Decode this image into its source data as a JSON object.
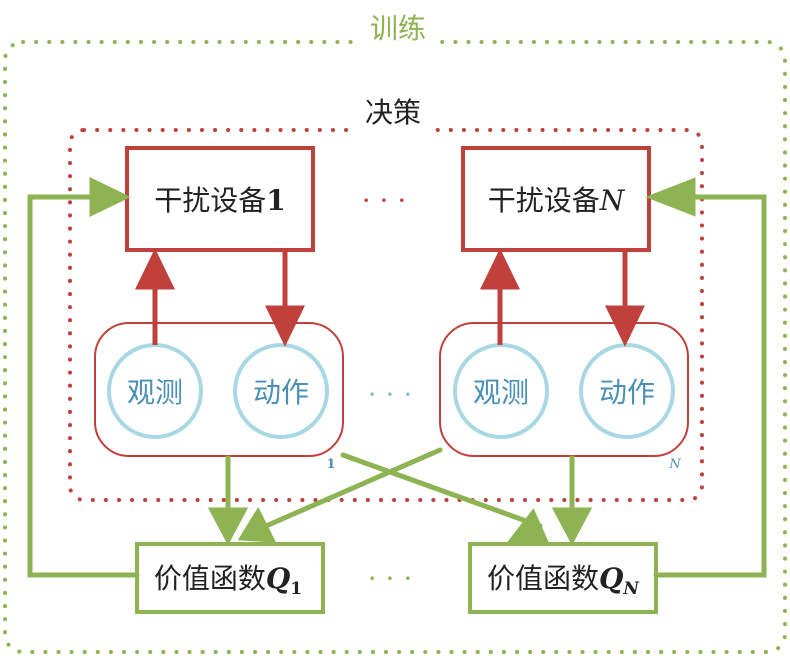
{
  "training": {
    "label": "训练"
  },
  "decision": {
    "label": "决策"
  },
  "devices": [
    {
      "prefix": "干扰设备",
      "index": "1"
    },
    {
      "prefix": "干扰设备",
      "index": "N"
    }
  ],
  "agents": [
    {
      "observe": "观测",
      "act": "动作",
      "index": "1"
    },
    {
      "observe": "观测",
      "act": "动作",
      "index": "N"
    }
  ],
  "value_functions": [
    {
      "prefix": "价值函数",
      "symbol": "Q",
      "sub": "1"
    },
    {
      "prefix": "价值函数",
      "symbol": "Q",
      "sub": "N"
    }
  ],
  "ellipsis": "· · ·",
  "colors": {
    "green": "#8db352",
    "red": "#c0413c",
    "blue": "#7cc3d6"
  }
}
